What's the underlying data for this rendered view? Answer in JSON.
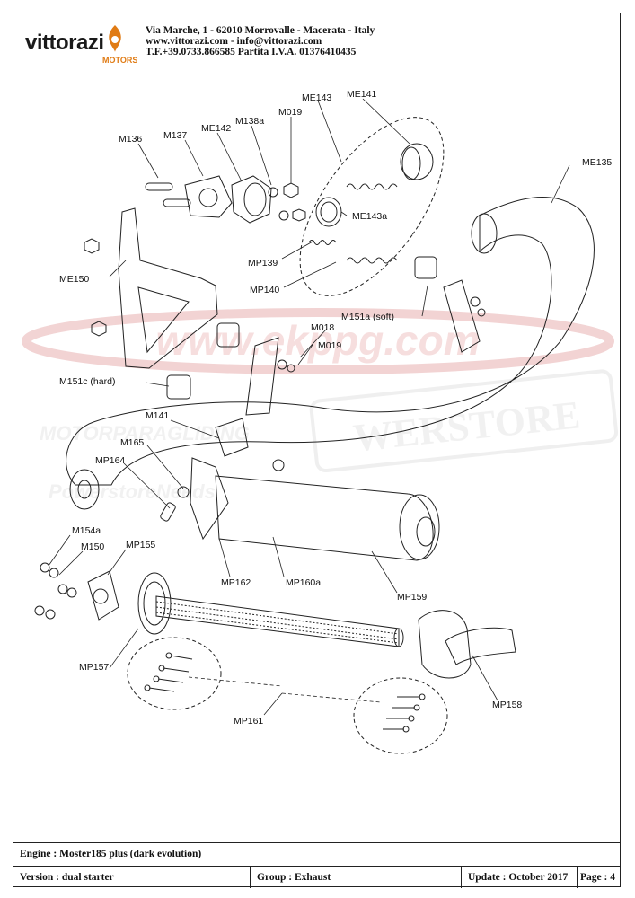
{
  "header": {
    "logo_text": "vittorazi",
    "logo_sub": "MOTORS",
    "address_line1": "Via Marche, 1 - 62010 Morrovalle - Macerata - Italy",
    "address_line2": "www.vittorazi.com - info@vittorazi.com",
    "address_line3": "T.F.+39.0733.866585  Partita I.V.A.  01376410435"
  },
  "watermark": {
    "line1": "www.ekppg.com",
    "line2": "MOTORPARAGLIDING",
    "line3": "PowerstoreNeeds",
    "badge": "WERSTORE"
  },
  "parts": [
    "ME143",
    "ME141",
    "M019",
    "M138a",
    "ME142",
    "M137",
    "M136",
    "ME135",
    "ME143a",
    "MP139",
    "MP140",
    "ME150",
    "M018",
    "M151a (soft)",
    "M019",
    "M151c (hard)",
    "M141",
    "M165",
    "MP164",
    "M154a",
    "M150",
    "MP155",
    "MP162",
    "MP160a",
    "MP159",
    "MP157",
    "MP158",
    "MP161"
  ],
  "footer": {
    "engine": "Engine : Moster185 plus (dark evolution)",
    "version": "Version : dual starter",
    "group": "Group : Exhaust",
    "update": "Update : October 2017",
    "page": "Page : 4"
  },
  "colors": {
    "line": "#222222",
    "accent_orange": "#e07b14",
    "watermark_red": "#e8b0b0"
  }
}
